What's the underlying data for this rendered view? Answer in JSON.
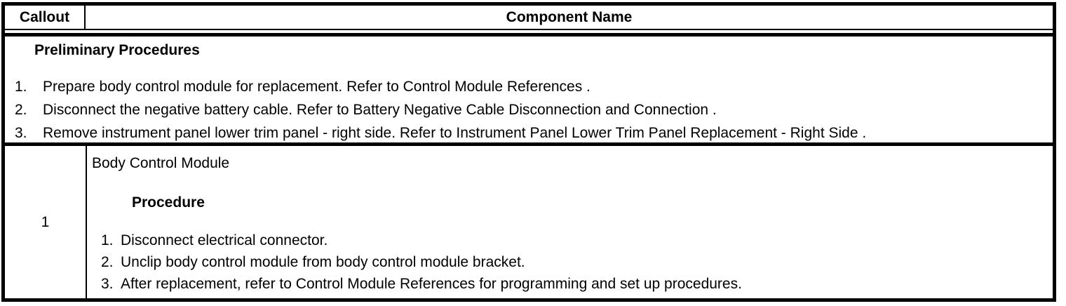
{
  "colors": {
    "border": "#000000",
    "background": "#ffffff",
    "text": "#000000"
  },
  "header": {
    "callout_label": "Callout",
    "component_label": "Component Name"
  },
  "preliminary": {
    "title": "Preliminary Procedures",
    "steps": [
      {
        "marker": "1.",
        "text": "Prepare body control module for replacement. Refer to Control Module References ."
      },
      {
        "marker": "2.",
        "text": "Disconnect the negative battery cable. Refer to Battery Negative Cable Disconnection and Connection ."
      },
      {
        "marker": "3.",
        "text": "Remove instrument panel lower trim panel - right side. Refer to Instrument Panel Lower Trim Panel Replacement - Right Side ."
      }
    ]
  },
  "component_row": {
    "callout": "1",
    "component_name": "Body Control Module",
    "procedure_title": "Procedure",
    "steps": [
      {
        "marker": "1.",
        "text": "Disconnect electrical connector."
      },
      {
        "marker": "2.",
        "text": "Unclip body control module from body control module bracket."
      },
      {
        "marker": "3.",
        "text": "After replacement, refer to Control Module References for programming and set up procedures."
      }
    ]
  }
}
